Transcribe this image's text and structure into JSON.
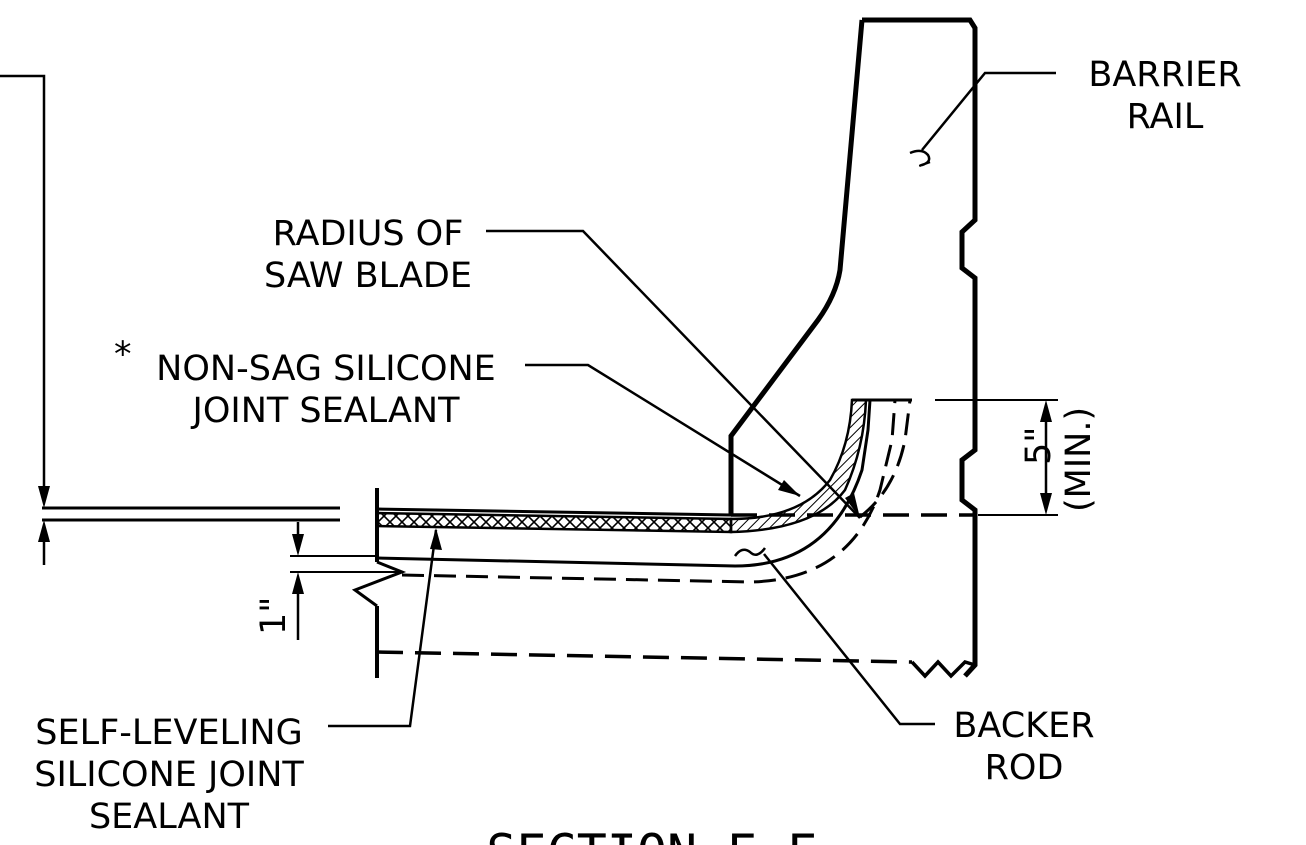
{
  "labels": {
    "barrier_rail": [
      "BARRIER",
      "RAIL"
    ],
    "radius_saw_blade": [
      "RADIUS OF",
      "SAW BLADE"
    ],
    "non_sag_asterisk": "*",
    "non_sag_sealant": [
      "NON-SAG SILICONE",
      "JOINT SEALANT"
    ],
    "self_leveling_sealant": [
      "SELF-LEVELING",
      "SILICONE JOINT",
      "SEALANT"
    ],
    "backer_rod": [
      "BACKER",
      "ROD"
    ],
    "dim_depth": "1\"",
    "dim_rise": "5\"",
    "dim_rise_note": "(MIN.)"
  },
  "title": "SECTION E-E"
}
